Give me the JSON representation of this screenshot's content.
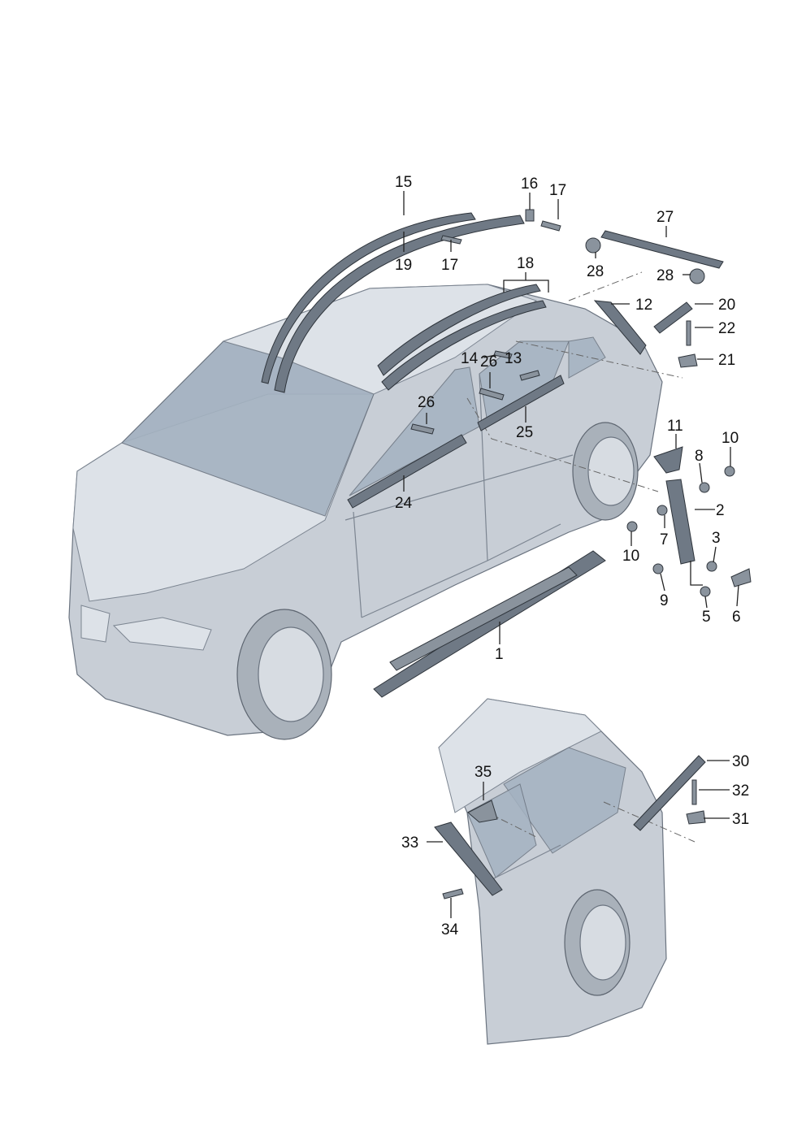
{
  "callouts": {
    "c1": "1",
    "c2": "2",
    "c3": "3",
    "c5": "5",
    "c6": "6",
    "c7": "7",
    "c8": "8",
    "c9": "9",
    "c10a": "10",
    "c10b": "10",
    "c11": "11",
    "c12": "12",
    "c13": "13",
    "c14": "14",
    "c15": "15",
    "c16": "16",
    "c17a": "17",
    "c17b": "17",
    "c18": "18",
    "c19": "19",
    "c20": "20",
    "c21": "21",
    "c22": "22",
    "c24": "24",
    "c25": "25",
    "c26a": "26",
    "c26b": "26",
    "c27": "27",
    "c28a": "28",
    "c28b": "28",
    "c30": "30",
    "c31": "31",
    "c32": "32",
    "c33": "33",
    "c34": "34",
    "c35": "35"
  },
  "colors": {
    "body": "#c8ced6",
    "glass": "#a4b2c1",
    "trim": "#6f7985",
    "ink": "#111111"
  }
}
